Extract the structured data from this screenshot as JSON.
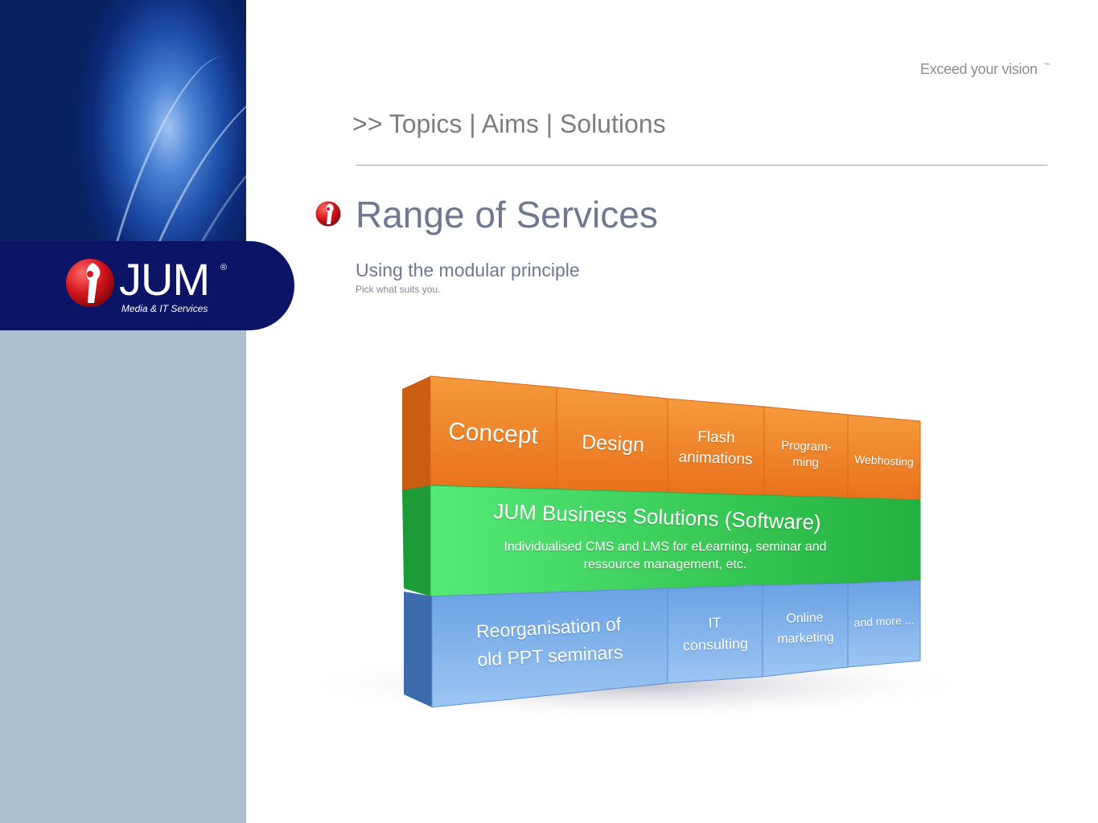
{
  "brand": {
    "name": "JUM",
    "registered": "®",
    "subtitle": "Media & IT Services",
    "tagline": "Exceed your vision",
    "tagline_mark": "™"
  },
  "nav": {
    "text": ">> Topics | Aims | Solutions"
  },
  "slide": {
    "title": "Range of Services",
    "subtitle": "Using the modular principle",
    "subsubtitle": "Pick what suits you."
  },
  "modules": {
    "top_row": [
      {
        "label": "Concept"
      },
      {
        "label": "Design"
      },
      {
        "label_line1": "Flash",
        "label_line2": "animations"
      },
      {
        "label_line1": "Program-",
        "label_line2": "ming"
      },
      {
        "label": "Webhosting"
      }
    ],
    "middle": {
      "title": "JUM Business Solutions (Software)",
      "description_line1": "Individualised CMS and LMS for eLearning, seminar and",
      "description_line2": "ressource management, etc."
    },
    "bottom_row": [
      {
        "label_line1": "Reorganisation of",
        "label_line2": "old PPT seminars"
      },
      {
        "label_line1": "IT",
        "label_line2": "consulting"
      },
      {
        "label_line1": "Online",
        "label_line2": "marketing"
      },
      {
        "label": "and more ..."
      }
    ]
  },
  "colors": {
    "sidebar_dark": "#0c1466",
    "sidebar_light": "#adc0d0",
    "brand_red": "#d4151c",
    "orange": "#f28a2e",
    "green": "#3fd95d",
    "blue": "#7fb2ea"
  }
}
